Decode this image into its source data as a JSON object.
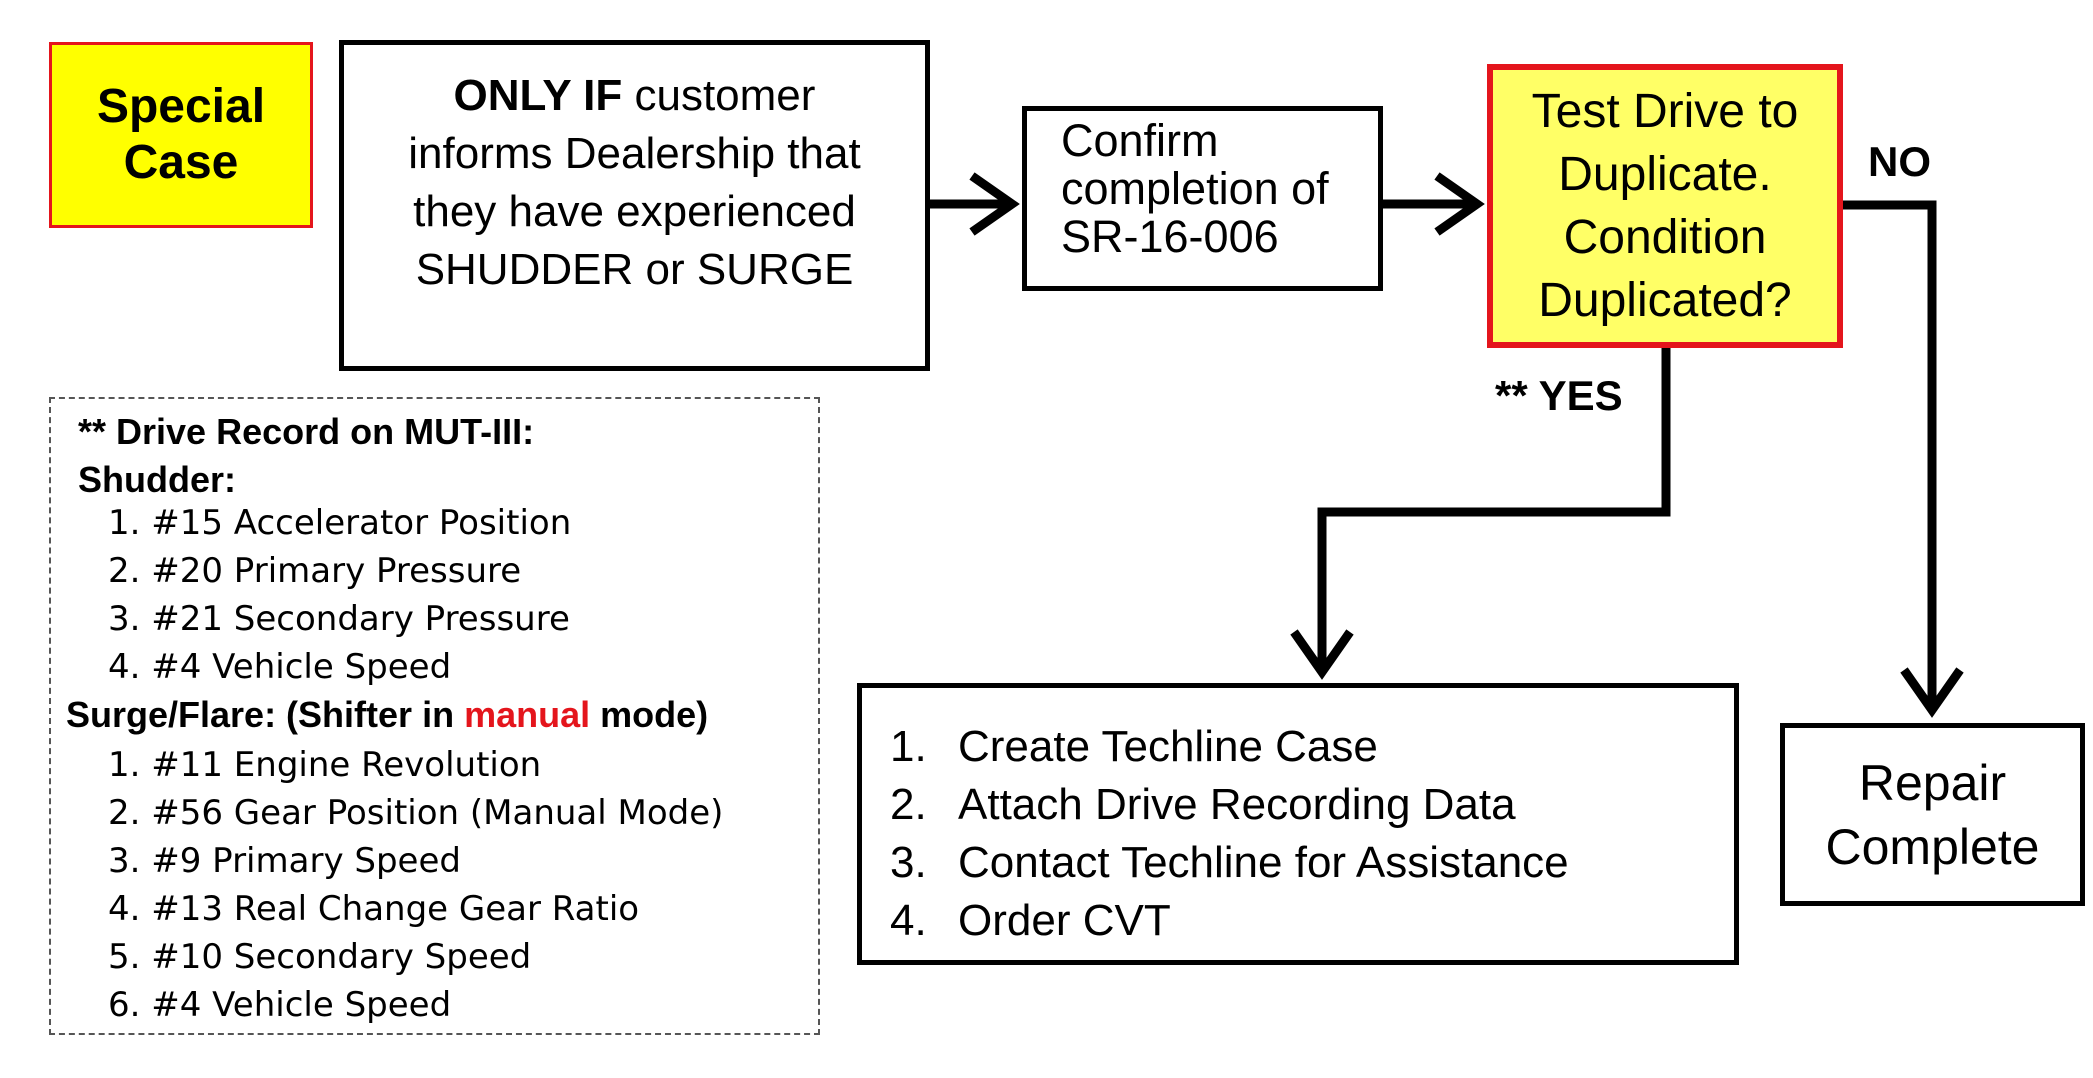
{
  "special": {
    "line1": "Special",
    "line2": "Case"
  },
  "only_if": {
    "bold": "ONLY IF",
    "rest": " customer",
    "line2": "informs Dealership that",
    "line3": "they have experienced",
    "line4": "SHUDDER or SURGE"
  },
  "confirm": {
    "lines": [
      "Confirm",
      "completion of",
      "SR-16-006"
    ]
  },
  "test_drive": {
    "lines": [
      "Test Drive to",
      "Duplicate.",
      "Condition",
      "Duplicated?"
    ]
  },
  "labels": {
    "no": "NO",
    "yes": "** YES"
  },
  "steps": [
    {
      "num": "1.",
      "text": "Create Techline Case"
    },
    {
      "num": "2.",
      "text": "Attach Drive Recording Data"
    },
    {
      "num": "3.",
      "text": "Contact Techline for Assistance"
    },
    {
      "num": "4.",
      "text": "Order CVT"
    }
  ],
  "repair": {
    "lines": [
      "Repair",
      "Complete"
    ]
  },
  "drive_record": {
    "title": "** Drive Record on MUT-III:",
    "shudder_heading": "Shudder:",
    "shudder_items": [
      "1. #15  Accelerator Position",
      "2. #20  Primary Pressure",
      "3. #21  Secondary Pressure",
      "4. #4    Vehicle Speed"
    ],
    "surge_prefix": "Surge/Flare: (Shifter in ",
    "surge_highlight": "manual",
    "surge_suffix": " mode)",
    "surge_items": [
      "1. #11 Engine Revolution",
      "2. #56 Gear Position (Manual Mode)",
      "3. #9  Primary Speed",
      "4. #13 Real Change Gear Ratio",
      "5. #10 Secondary Speed",
      "6. #4  Vehicle Speed"
    ]
  },
  "colors": {
    "special_fill": "#ffff00",
    "decision_fill": "#ffff66",
    "red": "#e4151c"
  }
}
